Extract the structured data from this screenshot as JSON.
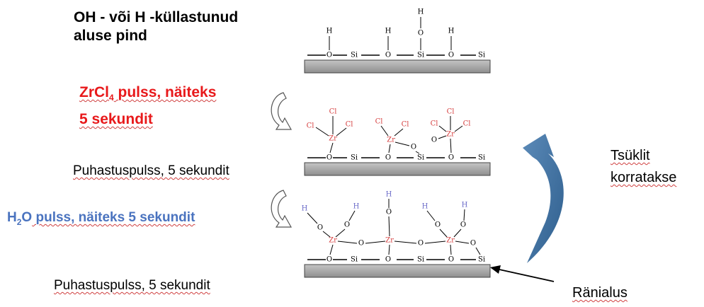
{
  "labels": {
    "step1_line1": "OH - või H -küllastunud",
    "step1_line2": "aluse pind",
    "step2_formula_base": "ZrCl",
    "step2_formula_sub": "4",
    "step2_line1_rest": " pulss, näiteks",
    "step2_line2": "5 sekundit",
    "step3": "Puhastuspulss, 5 sekundit",
    "step4_formula_base": "H",
    "step4_formula_sub": "2",
    "step4_formula_tail": "O",
    "step4_rest": " pulss, näiteks 5 sekundit",
    "step5": "Puhastuspulss, 5 sekundit",
    "cycle_line1": "Tsüklit",
    "cycle_line2": "korratakse",
    "substrate": "Ränialus"
  },
  "atoms": {
    "hydrogen": "H",
    "oxygen": "O",
    "silicon": "Si",
    "chlorine": "Cl",
    "zirconium": "Zr"
  },
  "colors": {
    "text": "#000000",
    "zrcl4": "#e8191b",
    "h2o": "#4a73bf",
    "cycle_arrow": "#3e6f9c",
    "substrate_fill": "#a6a6a6",
    "hydrogen_atoms": "#6a6ac8",
    "zr_cl_atoms": "#d64040"
  },
  "icons": [
    "curved-arrow-icon",
    "cycle-arrow-icon",
    "pointer-arrow-icon"
  ]
}
